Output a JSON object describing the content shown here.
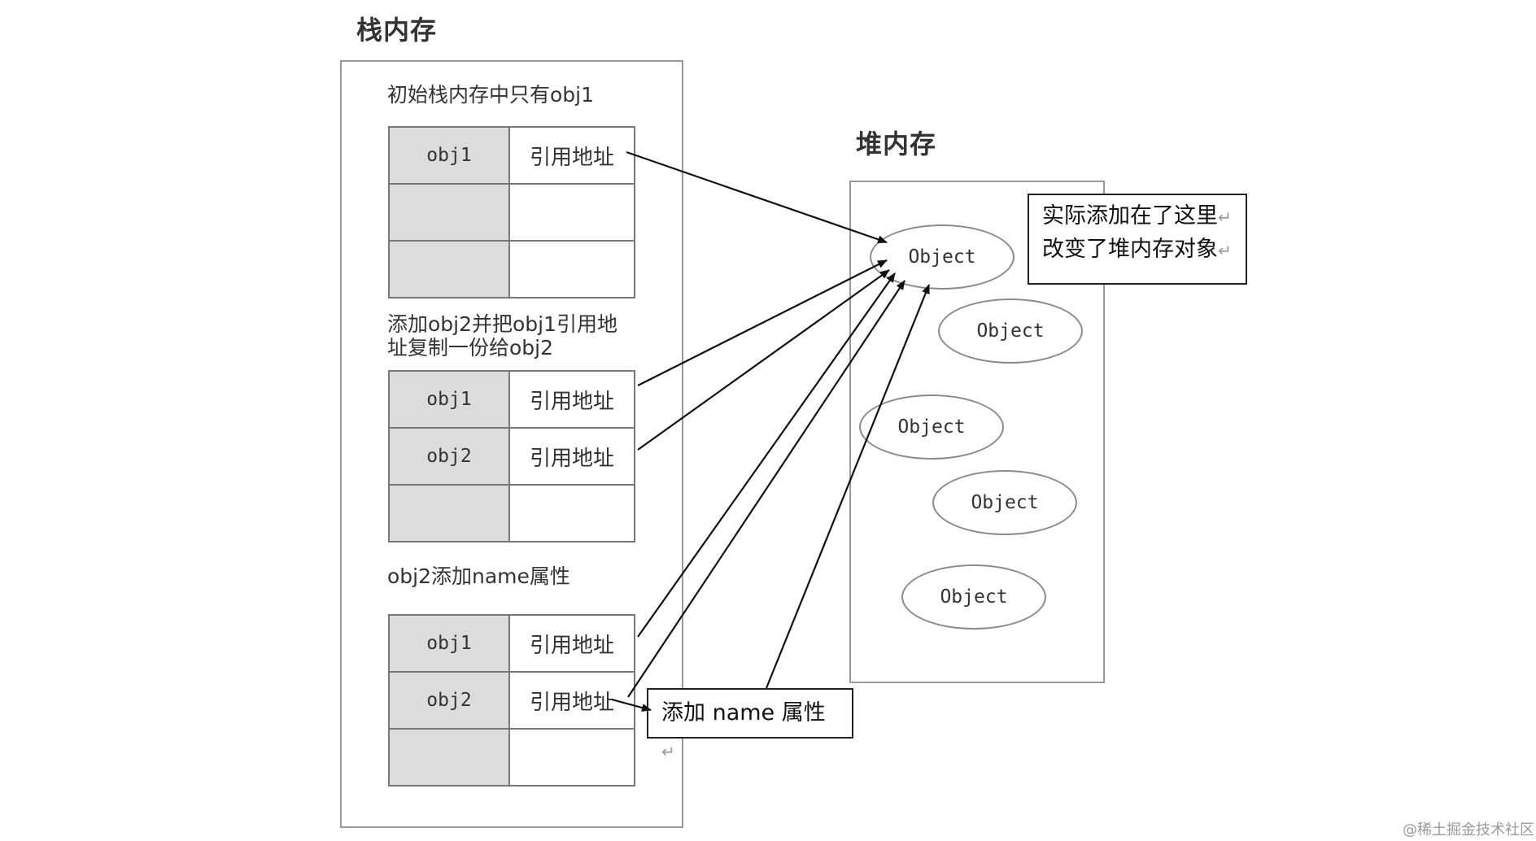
{
  "stack": {
    "title": "栈内存",
    "captions": {
      "step1": "初始栈内存中只有obj1",
      "step2_line1": "添加obj2并把obj1引用地",
      "step2_line2": "址复制一份给obj2",
      "step3": "obj2添加name属性"
    },
    "tables": [
      {
        "rows": [
          {
            "name": "obj1",
            "ref": "引用地址"
          },
          {
            "name": "",
            "ref": ""
          },
          {
            "name": "",
            "ref": ""
          }
        ]
      },
      {
        "rows": [
          {
            "name": "obj1",
            "ref": "引用地址"
          },
          {
            "name": "obj2",
            "ref": "引用地址"
          },
          {
            "name": "",
            "ref": ""
          }
        ]
      },
      {
        "rows": [
          {
            "name": "obj1",
            "ref": "引用地址"
          },
          {
            "name": "obj2",
            "ref": "引用地址"
          },
          {
            "name": "",
            "ref": ""
          }
        ]
      }
    ]
  },
  "heap": {
    "title": "堆内存",
    "objects": [
      "Object",
      "Object",
      "Object",
      "Object",
      "Object"
    ]
  },
  "notes": {
    "heap_note_line1": "实际添加在了这里",
    "heap_note_line2": "改变了堆内存对象",
    "name_note": "添加 name 属性",
    "return_mark": "↵"
  },
  "watermark": "@稀土掘金技术社区"
}
